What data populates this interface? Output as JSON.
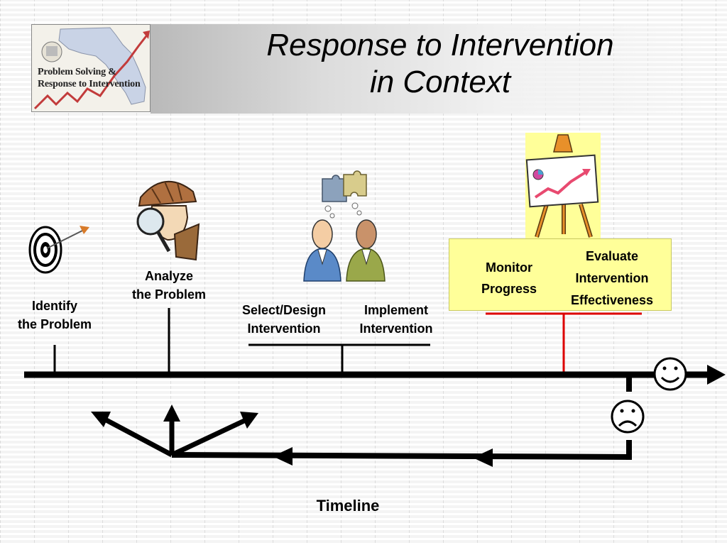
{
  "logo": {
    "line1": "Problem Solving &",
    "line2": "Response to Intervention"
  },
  "title": {
    "line1": "Response to Intervention",
    "line2": "in Context"
  },
  "steps": {
    "identify": {
      "line1": "Identify",
      "line2": "the Problem"
    },
    "analyze": {
      "line1": "Analyze",
      "line2": "the Problem"
    },
    "select": {
      "line1": "Select/Design",
      "line2": "Intervention"
    },
    "implement": {
      "line1": "Implement",
      "line2": "Intervention"
    },
    "monitor": {
      "line1": "Monitor",
      "line2": "Progress"
    },
    "evaluate": {
      "line1": "Evaluate",
      "line2": "Intervention",
      "line3": "Effectiveness"
    }
  },
  "footer": {
    "label": "Timeline"
  },
  "colors": {
    "highlight": "#ffff99",
    "red_marker": "#dd0000",
    "timeline": "#000000"
  },
  "icons": [
    "target-icon",
    "detective-icon",
    "puzzle-thinking-people-icon",
    "easel-chart-icon",
    "smiley-face-icon",
    "frowny-face-icon"
  ]
}
